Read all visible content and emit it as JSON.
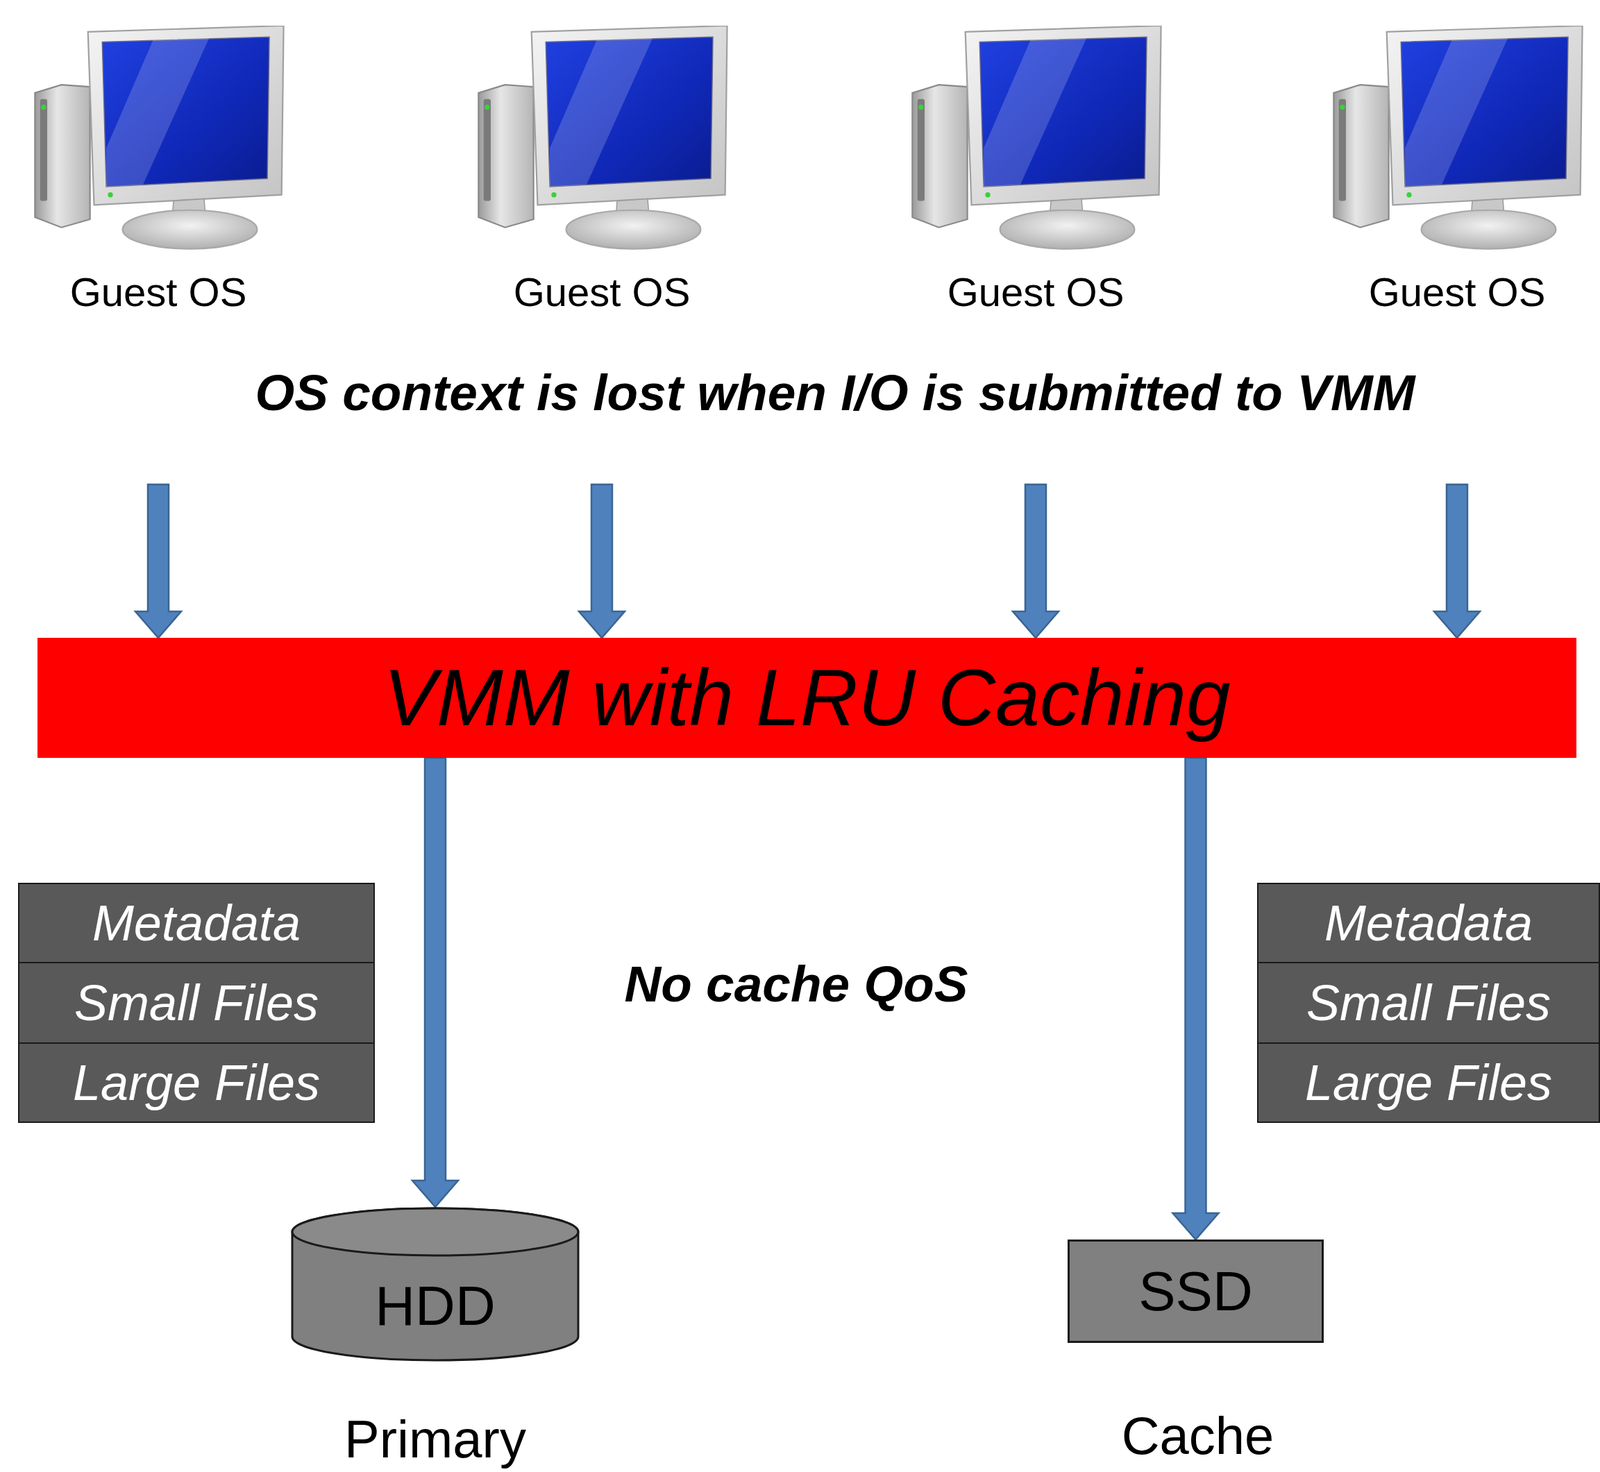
{
  "diagram": {
    "nodes": [
      {
        "text": [
          "Guest OS"
        ]
      },
      {
        "text": [
          "Guest OS"
        ]
      },
      {
        "text": [
          "Guest OS"
        ]
      },
      {
        "text": [
          "Guest OS"
        ]
      },
      {
        "text": [
          "VMM with LRU Caching"
        ]
      },
      {
        "text": [
          "Metadata"
        ]
      },
      {
        "text": [
          "Small Files"
        ]
      },
      {
        "text": [
          "Large Files"
        ]
      },
      {
        "text": [
          "Metadata"
        ]
      },
      {
        "text": [
          "Small Files"
        ]
      },
      {
        "text": [
          "Large Files"
        ]
      },
      {
        "text": [
          "HDD",
          "Primary"
        ]
      },
      {
        "text": [
          "SSD",
          "Cache"
        ]
      }
    ],
    "edges": [
      {
        "from": 0,
        "to": 4,
        "arrow": "to"
      },
      {
        "from": 1,
        "to": 4,
        "arrow": "to"
      },
      {
        "from": 2,
        "to": 4,
        "arrow": "to"
      },
      {
        "from": 3,
        "to": 4,
        "arrow": "to"
      },
      {
        "from": 4,
        "to": 11,
        "arrow": "to"
      },
      {
        "from": 4,
        "to": 12,
        "arrow": "to"
      }
    ],
    "labels": [
      "OS context is lost when I/O is submitted to VMM",
      "No cache QoS"
    ]
  }
}
